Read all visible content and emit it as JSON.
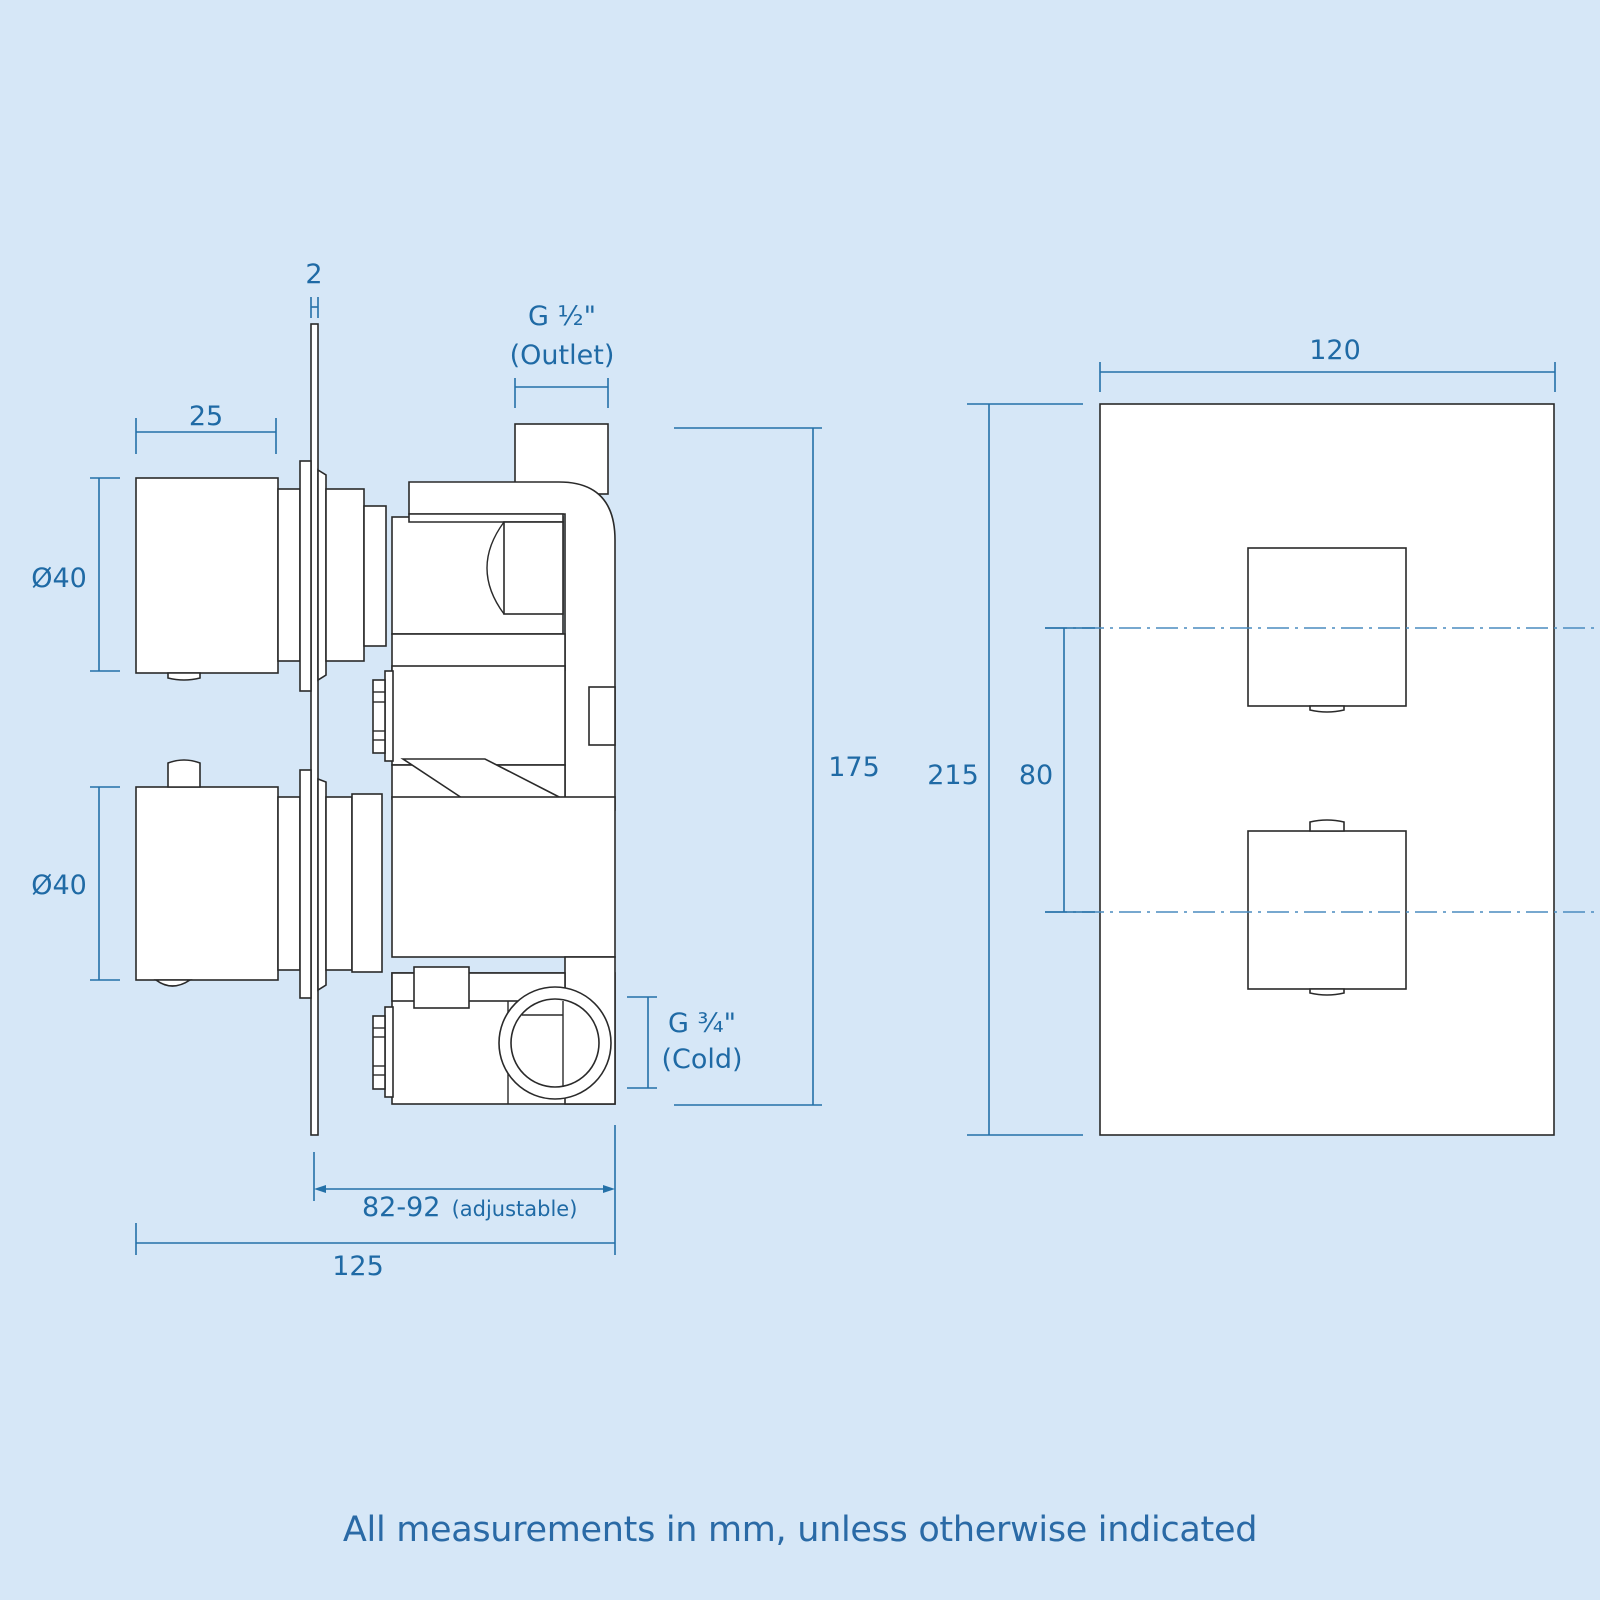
{
  "diagram": {
    "type": "technical-dimension-drawing",
    "subject": "Twin concealed thermostatic shower valve",
    "colors": {
      "background": "#d6e7f7",
      "dimension_line": "#2471a8",
      "label_text": "#1f6aa5",
      "part_fill": "#ffffff",
      "part_stroke": "#2a2a2a"
    },
    "side_view": {
      "labels": {
        "plate_thickness": "2",
        "handle_depth": "25",
        "outlet_size": "G ½\"",
        "outlet_note": "(Outlet)",
        "upper_handle_diameter": "Ø40",
        "lower_handle_diameter": "Ø40",
        "body_height": "175",
        "inlet_size": "G ¾\"",
        "inlet_note": "(Cold)",
        "wall_depth_range": "82-92",
        "wall_depth_note": "(adjustable)",
        "overall_depth": "125"
      }
    },
    "front_view": {
      "labels": {
        "plate_width": "120",
        "plate_height": "215",
        "handle_spacing": "80"
      }
    },
    "footer_note": "All measurements in mm, unless otherwise indicated"
  }
}
